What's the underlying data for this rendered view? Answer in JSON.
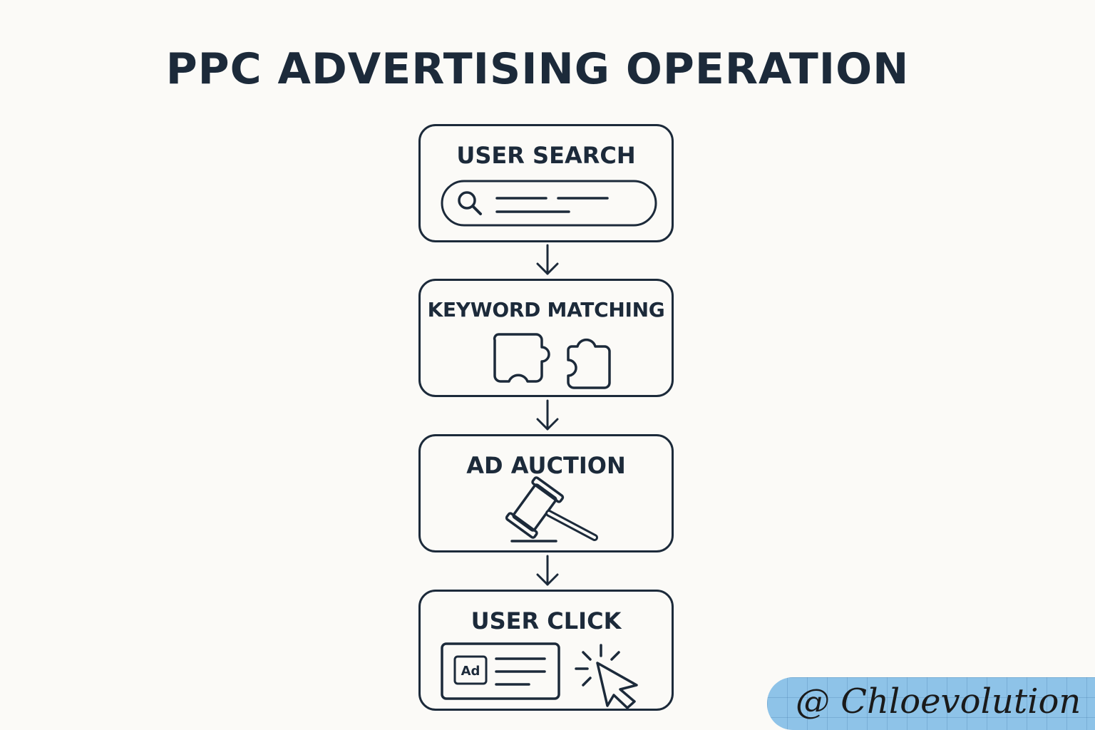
{
  "title": "PPC ADVERTISING OPERATION",
  "steps": [
    {
      "label": "USER SEARCH",
      "icon": "search-bar-icon"
    },
    {
      "label": "KEYWORD MATCHING",
      "icon": "puzzle-pieces-icon"
    },
    {
      "label": "AD AUCTION",
      "icon": "gavel-icon"
    },
    {
      "label": "USER CLICK",
      "icon": "ad-click-icon"
    }
  ],
  "ad_badge": "Ad",
  "watermark": "@ Chloevolution",
  "colors": {
    "stroke": "#1c2a3a",
    "background": "#fbfaf7",
    "watermark_bg": "#8ec3e8"
  }
}
